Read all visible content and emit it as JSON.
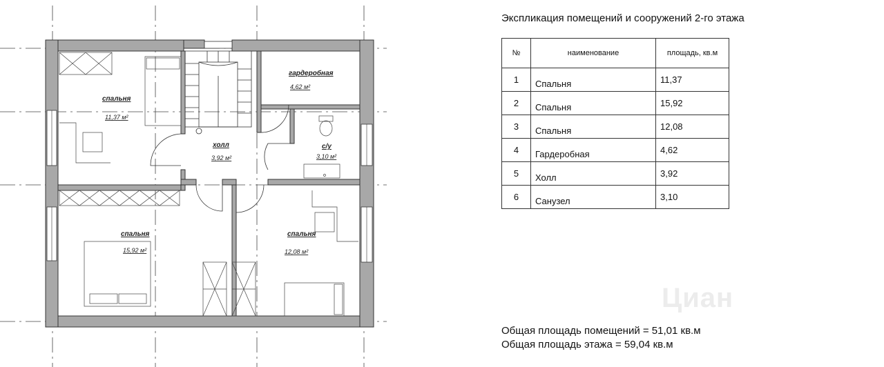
{
  "plan": {
    "rooms": [
      {
        "name": "спальня",
        "area": "11,37 м²"
      },
      {
        "name": "гардеробная",
        "area": "4,62 м²"
      },
      {
        "name": "холл",
        "area": "3,92 м²"
      },
      {
        "name": "с/у",
        "area": "3,10 м²"
      },
      {
        "name": "спальня",
        "area": "15,92 м²"
      },
      {
        "name": "спальня",
        "area": "12,08 м²"
      }
    ]
  },
  "explication": {
    "title": "Экспликация помещений и сооружений 2-го этажа",
    "headers": {
      "num": "№",
      "name": "наименование",
      "area": "площадь, кв.м"
    },
    "rows": [
      {
        "num": "1",
        "name": "Спальня",
        "area": "11,37"
      },
      {
        "num": "2",
        "name": "Спальня",
        "area": "15,92"
      },
      {
        "num": "3",
        "name": "Спальня",
        "area": "12,08"
      },
      {
        "num": "4",
        "name": "Гардеробная",
        "area": "4,62"
      },
      {
        "num": "5",
        "name": "Холл",
        "area": "3,92"
      },
      {
        "num": "6",
        "name": "Санузел",
        "area": "3,10"
      }
    ]
  },
  "totals": {
    "rooms_total": "Общая площадь помещений = 51,01 кв.м",
    "floor_total": "Общая площадь этажа = 59,04 кв.м"
  },
  "watermark": {
    "text": "Циан"
  },
  "colors": {
    "wall": "#a8a8a8",
    "line": "#333333",
    "background": "#ffffff"
  }
}
